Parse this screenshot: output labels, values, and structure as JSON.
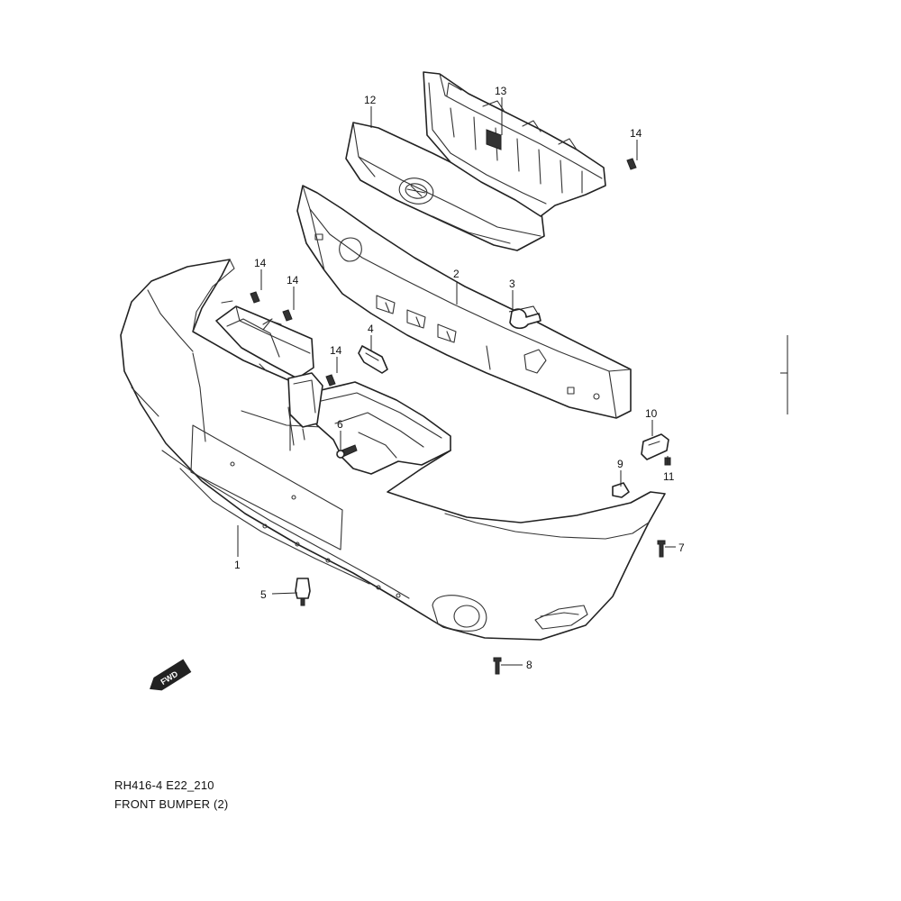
{
  "diagram_code": "RH416-4 E22_210",
  "title": "FRONT BUMPER (2)",
  "direction_marker": "FWD",
  "callouts": {
    "c1": "1",
    "c2": "2",
    "c3": "3",
    "c4": "4",
    "c5": "5",
    "c6": "6",
    "c7": "7",
    "c8": "8",
    "c9": "9",
    "c10": "10",
    "c11": "11",
    "c12": "12",
    "c13": "13",
    "c14a": "14",
    "c14b": "14",
    "c14c": "14",
    "c14d": "14"
  }
}
